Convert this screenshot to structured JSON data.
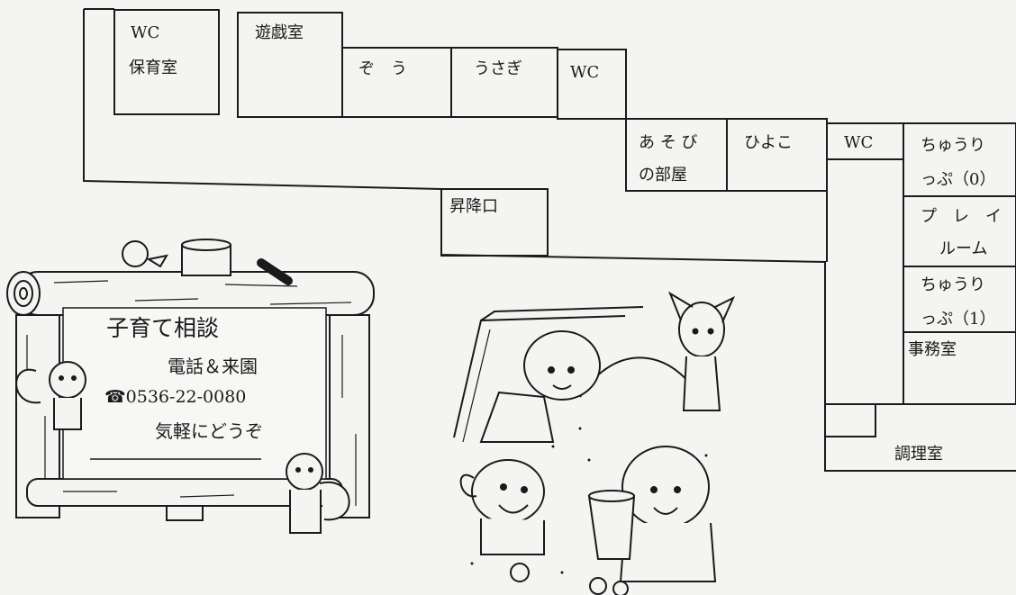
{
  "rooms": {
    "wc_top": "WC",
    "hoikushitsu": "保育室",
    "yugishitsu": "遊戯室",
    "zou": "ぞ　う",
    "usagi": "うさぎ",
    "wc_mid": "WC",
    "asobi_1": "あ そ び",
    "asobi_2": "の部屋",
    "hiyoko": "ひよこ",
    "wc_right": "WC",
    "tulip0_1": "ちゅうり",
    "tulip0_2": "っぷ（0）",
    "play_1": "プ　レ　イ",
    "play_2": "ルーム",
    "tulip1_1": "ちゅうり",
    "tulip1_2": "っぷ（1）",
    "jimushitsu": "事務室",
    "shokoguchi": "昇降口",
    "choorishitsu": "調理室"
  },
  "sign": {
    "title": "子育て相談",
    "line1": "電話＆来園",
    "phone": "☎0536-22-0080",
    "line2": "気軽にどうぞ"
  },
  "colors": {
    "line": "#1a1a1a",
    "paper": "#f4f4f2"
  }
}
